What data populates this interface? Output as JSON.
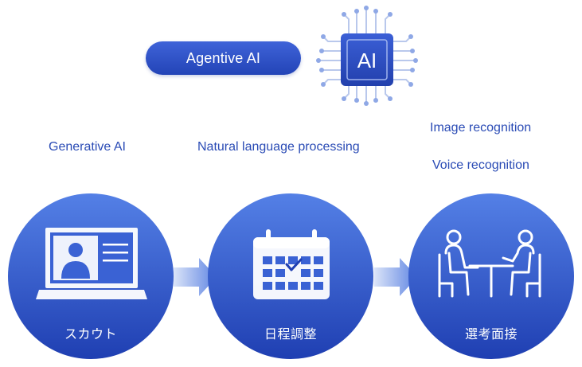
{
  "pill": {
    "label": "Agentive AI"
  },
  "chip": {
    "label": "AI",
    "icon": "ai-chip-icon"
  },
  "technologies": {
    "generative": "Generative AI",
    "nlp": "Natural language processing",
    "image": "Image recognition",
    "voice": "Voice recognition"
  },
  "steps": [
    {
      "label": "スカウト",
      "icon": "laptop-profile-icon"
    },
    {
      "label": "日程調整",
      "icon": "calendar-check-icon"
    },
    {
      "label": "選考面接",
      "icon": "interview-table-icon"
    }
  ],
  "colors": {
    "primary": "#2344b7",
    "circle_light": "#4f79e0",
    "circle_dark": "#2142b5",
    "text_blue": "#2a4bb5",
    "chip_bg": "#2d4fc4",
    "circuit": "#b9c8ec"
  }
}
